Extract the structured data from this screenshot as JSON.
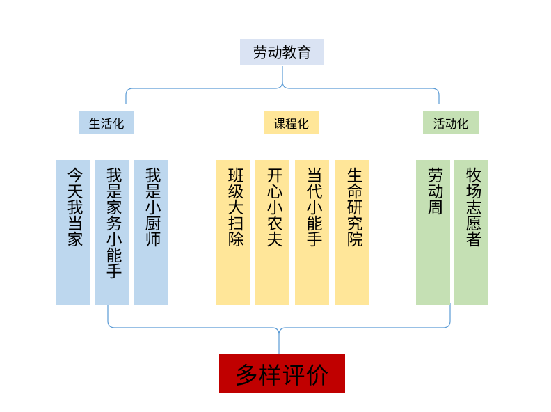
{
  "colors": {
    "root_fill": "#dae3f3",
    "living_fill": "#bdd7ee",
    "curriculum_fill": "#ffe699",
    "activity_fill": "#c5e0b4",
    "evaluation_fill": "#c00000",
    "evaluation_text": "#000000",
    "connector": "#5b9bd5"
  },
  "root": {
    "label": "劳动教育"
  },
  "categories": [
    {
      "label": "生活化"
    },
    {
      "label": "课程化"
    },
    {
      "label": "活动化"
    }
  ],
  "leaves": [
    {
      "label": "今天我当家",
      "group": "生活化"
    },
    {
      "label": "我是家务小能手",
      "group": "生活化"
    },
    {
      "label": "我是小厨师",
      "group": "生活化"
    },
    {
      "label": "班级大扫除",
      "group": "课程化"
    },
    {
      "label": "开心小农夫",
      "group": "课程化"
    },
    {
      "label": "当代小能手",
      "group": "课程化"
    },
    {
      "label": "生命研究院",
      "group": "课程化"
    },
    {
      "label": "劳动周",
      "group": "活动化"
    },
    {
      "label": "牧场志愿者",
      "group": "活动化"
    }
  ],
  "evaluation": {
    "label": "多样评价"
  }
}
